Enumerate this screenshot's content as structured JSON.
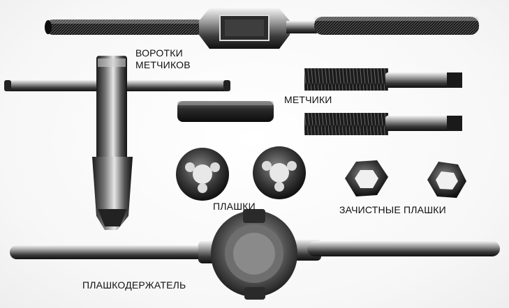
{
  "labels": {
    "tap_wrench_line1": "ВОРОТКИ",
    "tap_wrench_line2": "МЕТЧИКОВ",
    "taps": "МЕТЧИКИ",
    "dies": "ПЛАШКИ",
    "rethreading_dies": "ЗАЧИСТНЫЕ ПЛАШКИ",
    "die_stock": "ПЛАШКОДЕРЖАТЕЛЬ"
  },
  "colors": {
    "metal_dark": "#1a1a1a",
    "metal_mid": "#555555",
    "metal_light": "#bdbdbd",
    "background": "#f4f4f4"
  }
}
